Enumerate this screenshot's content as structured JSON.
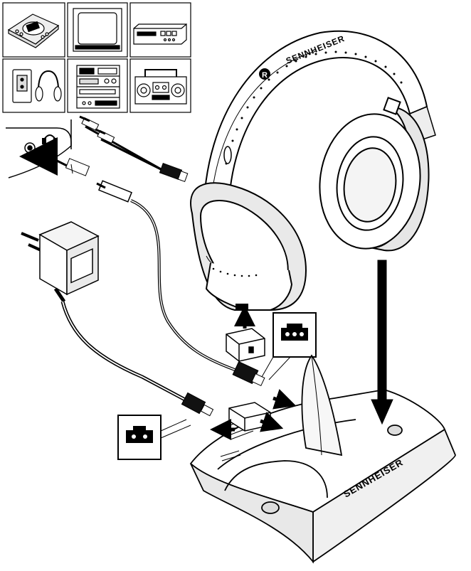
{
  "brand": {
    "headband_logo": "SENNHEISER",
    "base_logo": "SENNHEISER",
    "right_marker": "R"
  },
  "devices": [
    {
      "id": "cd-player",
      "icon": "cd-player-icon"
    },
    {
      "id": "television",
      "icon": "television-icon"
    },
    {
      "id": "cd-deck",
      "icon": "cd-deck-icon"
    },
    {
      "id": "walkman",
      "icon": "walkman-headphones-icon"
    },
    {
      "id": "hifi-system",
      "icon": "hifi-system-icon"
    },
    {
      "id": "boombox",
      "icon": "boombox-icon"
    }
  ],
  "jack_panel": {
    "icon": "headphone-jack-icon"
  },
  "colors": {
    "line": "#000000",
    "fill": "#ffffff",
    "shade": "#cfcfcf",
    "dark": "#1a1a1a"
  }
}
